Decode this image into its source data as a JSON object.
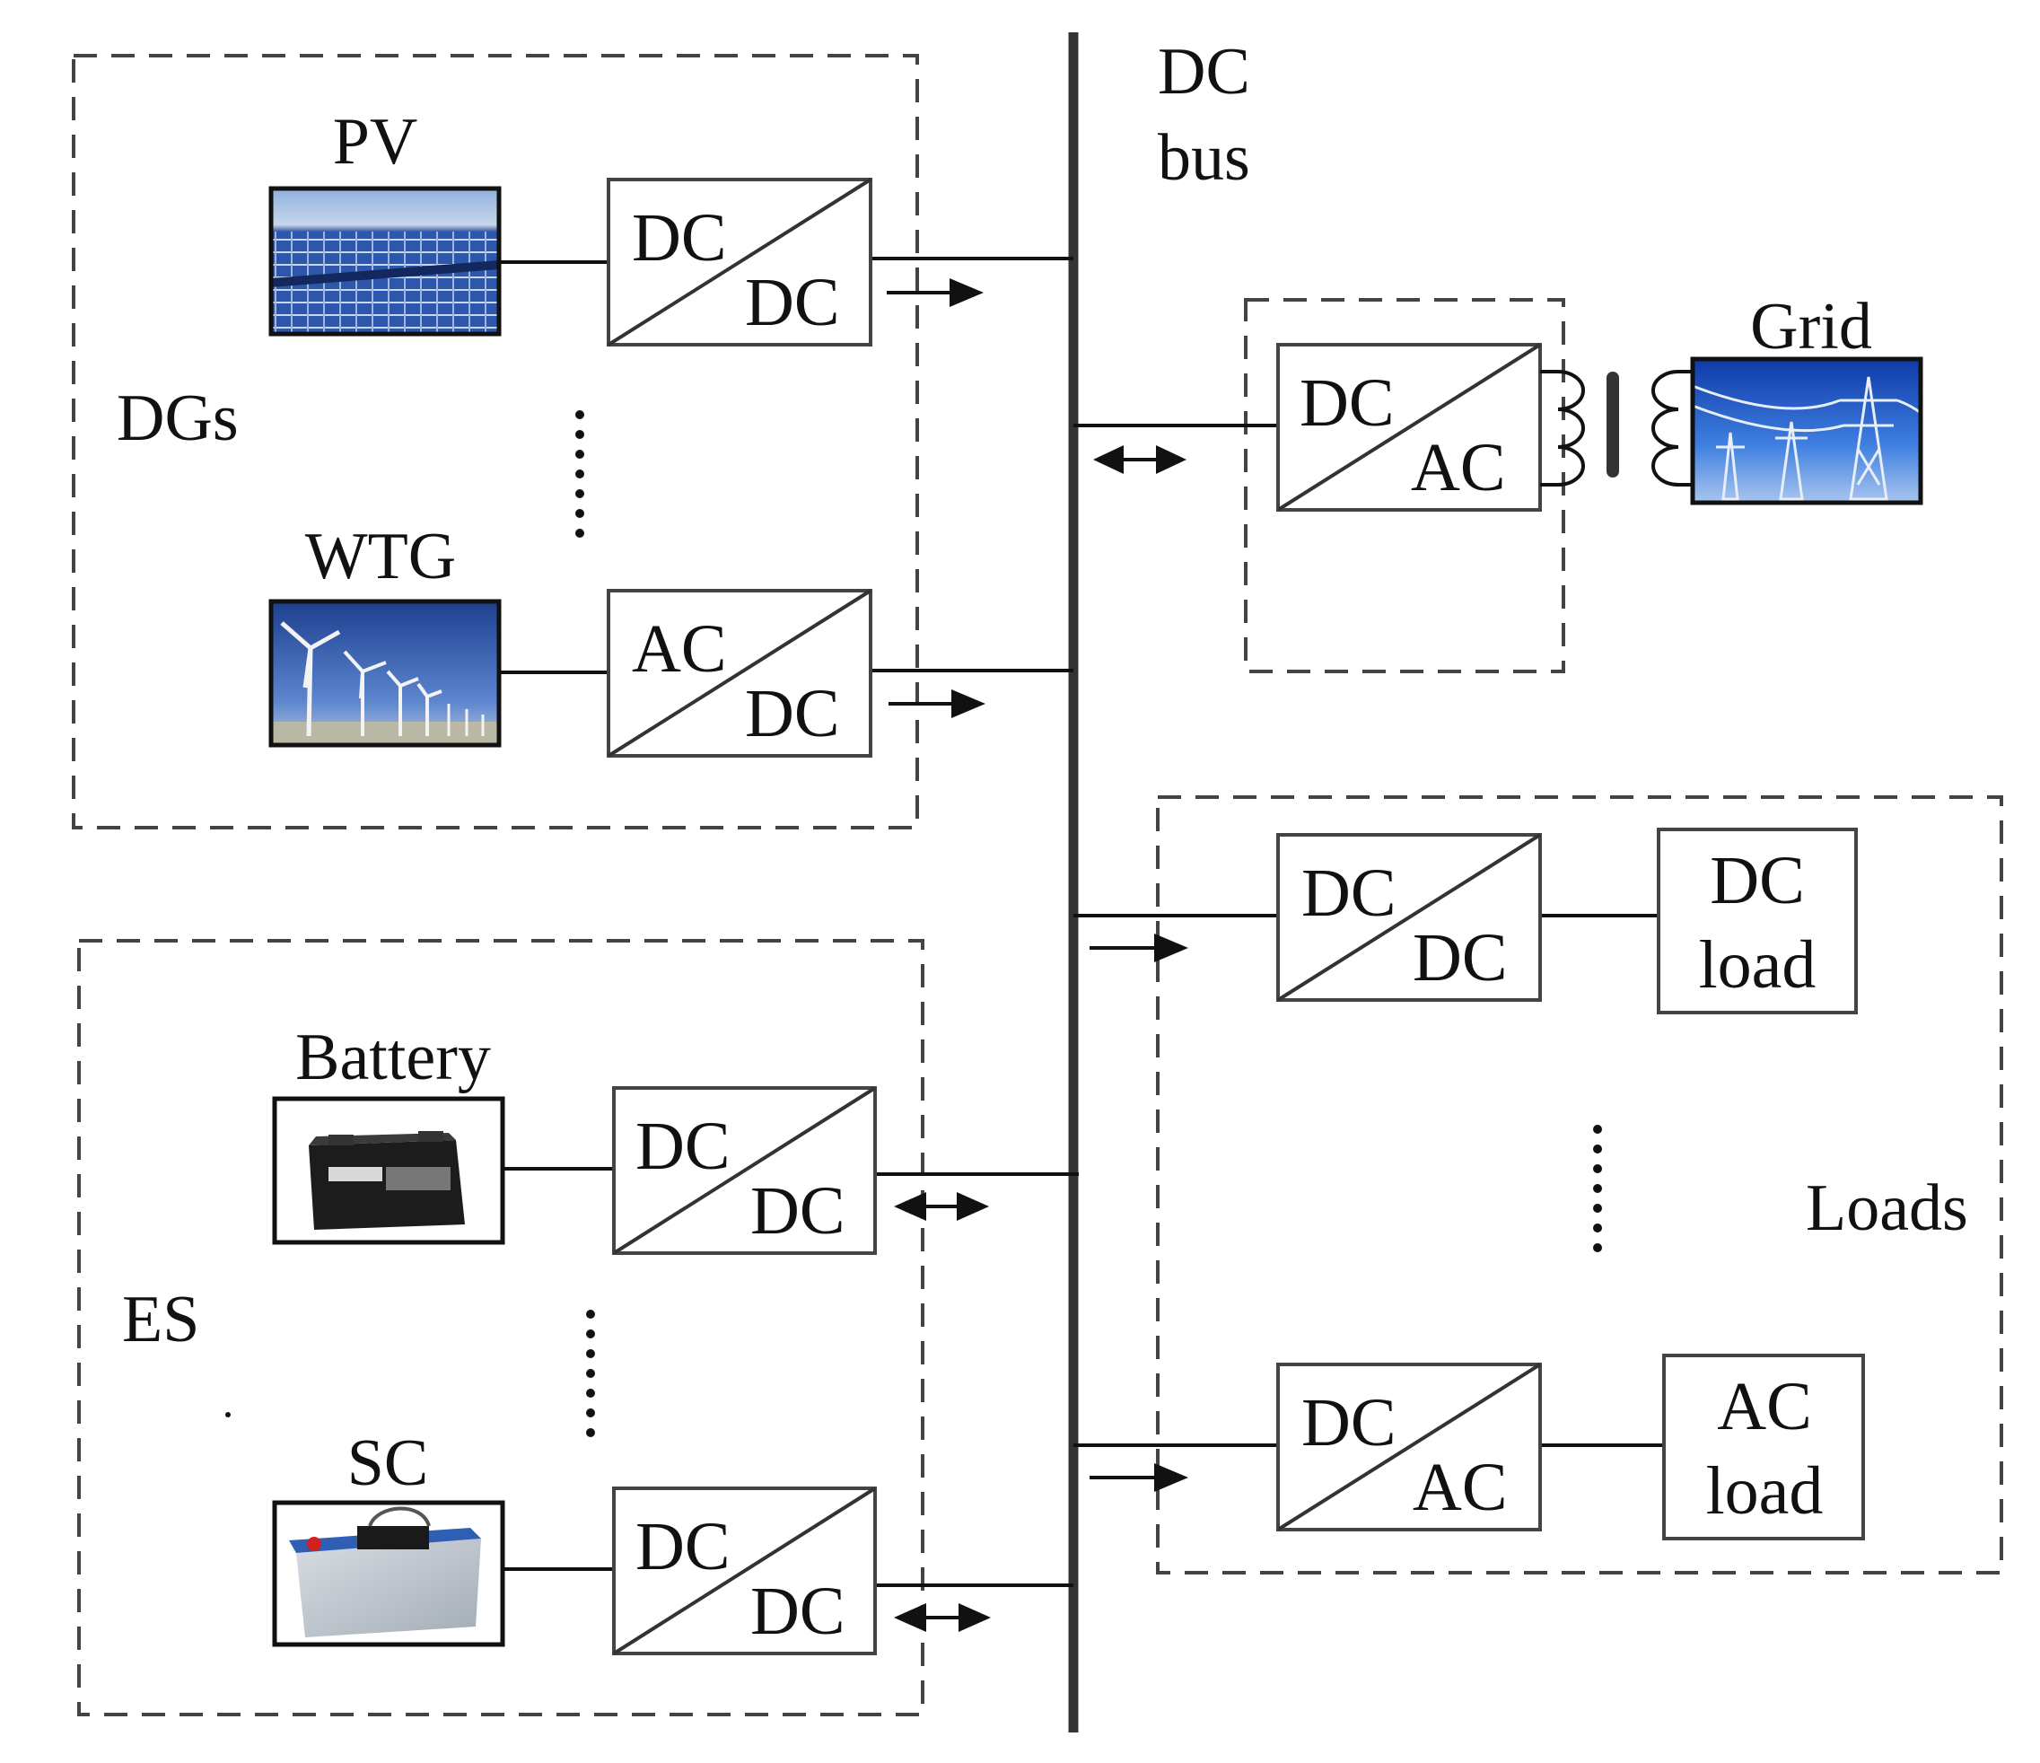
{
  "labels": {
    "dc_bus_line1": "DC",
    "dc_bus_line2": "bus",
    "pv": "PV",
    "wtg": "WTG",
    "dgs": "DGs",
    "battery": "Battery",
    "sc": "SC",
    "es": "ES",
    "grid": "Grid",
    "loads": "Loads"
  },
  "converters": {
    "pv": {
      "top": "DC",
      "bottom": "DC"
    },
    "wtg": {
      "top": "AC",
      "bottom": "DC"
    },
    "battery": {
      "top": "DC",
      "bottom": "DC"
    },
    "sc": {
      "top": "DC",
      "bottom": "DC"
    },
    "grid": {
      "top": "DC",
      "bottom": "AC"
    },
    "dc_load": {
      "top": "DC",
      "bottom": "DC"
    },
    "ac_load": {
      "top": "DC",
      "bottom": "AC"
    }
  },
  "loads": {
    "dc_load": {
      "line1": "DC",
      "line2": "load"
    },
    "ac_load": {
      "line1": "AC",
      "line2": "load"
    }
  },
  "icons": {
    "pv": "solar-panel-photo-icon",
    "wtg": "wind-turbine-photo-icon",
    "battery": "battery-photo-icon",
    "sc": "supercapacitor-photo-icon",
    "grid": "transmission-tower-photo-icon",
    "transformer": "transformer-icon"
  },
  "colors": {
    "line": "#111111",
    "box_border": "#444444",
    "sky_blue": "#2f5fb5",
    "panel_blue": "#2a4fa0"
  }
}
